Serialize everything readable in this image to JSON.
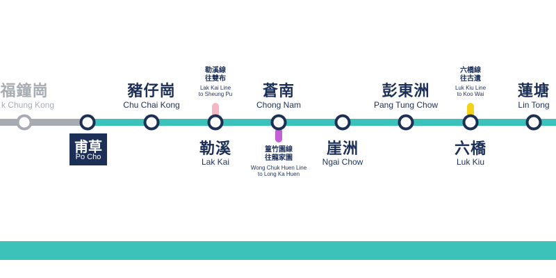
{
  "diagram": {
    "colors": {
      "line": "#3cc2b8",
      "line_inactive": "#a7acb2",
      "station_stroke": "#1c2f56",
      "text": "#1c2f56",
      "muted_text": "#a7acb2",
      "interchange_lak_kai": "#f4b8c4",
      "interchange_chong_nam": "#c45fd6",
      "interchange_luk_kiu": "#f2d31a"
    },
    "stations": [
      {
        "id": "fuk-chung-kong",
        "zh": "福鐘崗",
        "en": "k Chung Kong",
        "inactive": true
      },
      {
        "id": "po-cho",
        "zh": "甫草",
        "en": "Po Cho",
        "current": true
      },
      {
        "id": "chu-chai-kong",
        "zh": "豬仔崗",
        "en": "Chu Chai Kong"
      },
      {
        "id": "lak-kai",
        "zh": "勒溪",
        "en": "Lak Kai"
      },
      {
        "id": "chong-nam",
        "zh": "蒼南",
        "en": "Chong Nam"
      },
      {
        "id": "ngai-chow",
        "zh": "崖洲",
        "en": "Ngai Chow"
      },
      {
        "id": "pang-tung-chow",
        "zh": "彭東洲",
        "en": "Pang Tung Chow"
      },
      {
        "id": "luk-kiu",
        "zh": "六橋",
        "en": "Luk Kiu"
      },
      {
        "id": "lin-tong",
        "zh": "蓮塘",
        "en": "Lin Tong"
      }
    ],
    "interchanges": {
      "lak_kai": {
        "zh_line1": "勒溪線",
        "zh_line2": "往雙布",
        "en_line1": "Lak Kai Line",
        "en_line2": "to Sheung Pu"
      },
      "chong_nam": {
        "zh_line1": "篁竹園線",
        "zh_line2": "往龍家園",
        "en_line1": "Wong Chuk Huen Line",
        "en_line2": "to Long Ka Huen"
      },
      "luk_kiu": {
        "zh_line1": "六橋線",
        "zh_line2": "往古遺",
        "en_line1": "Luk Kiu Line",
        "en_line2": "to Koo Wai"
      }
    }
  }
}
